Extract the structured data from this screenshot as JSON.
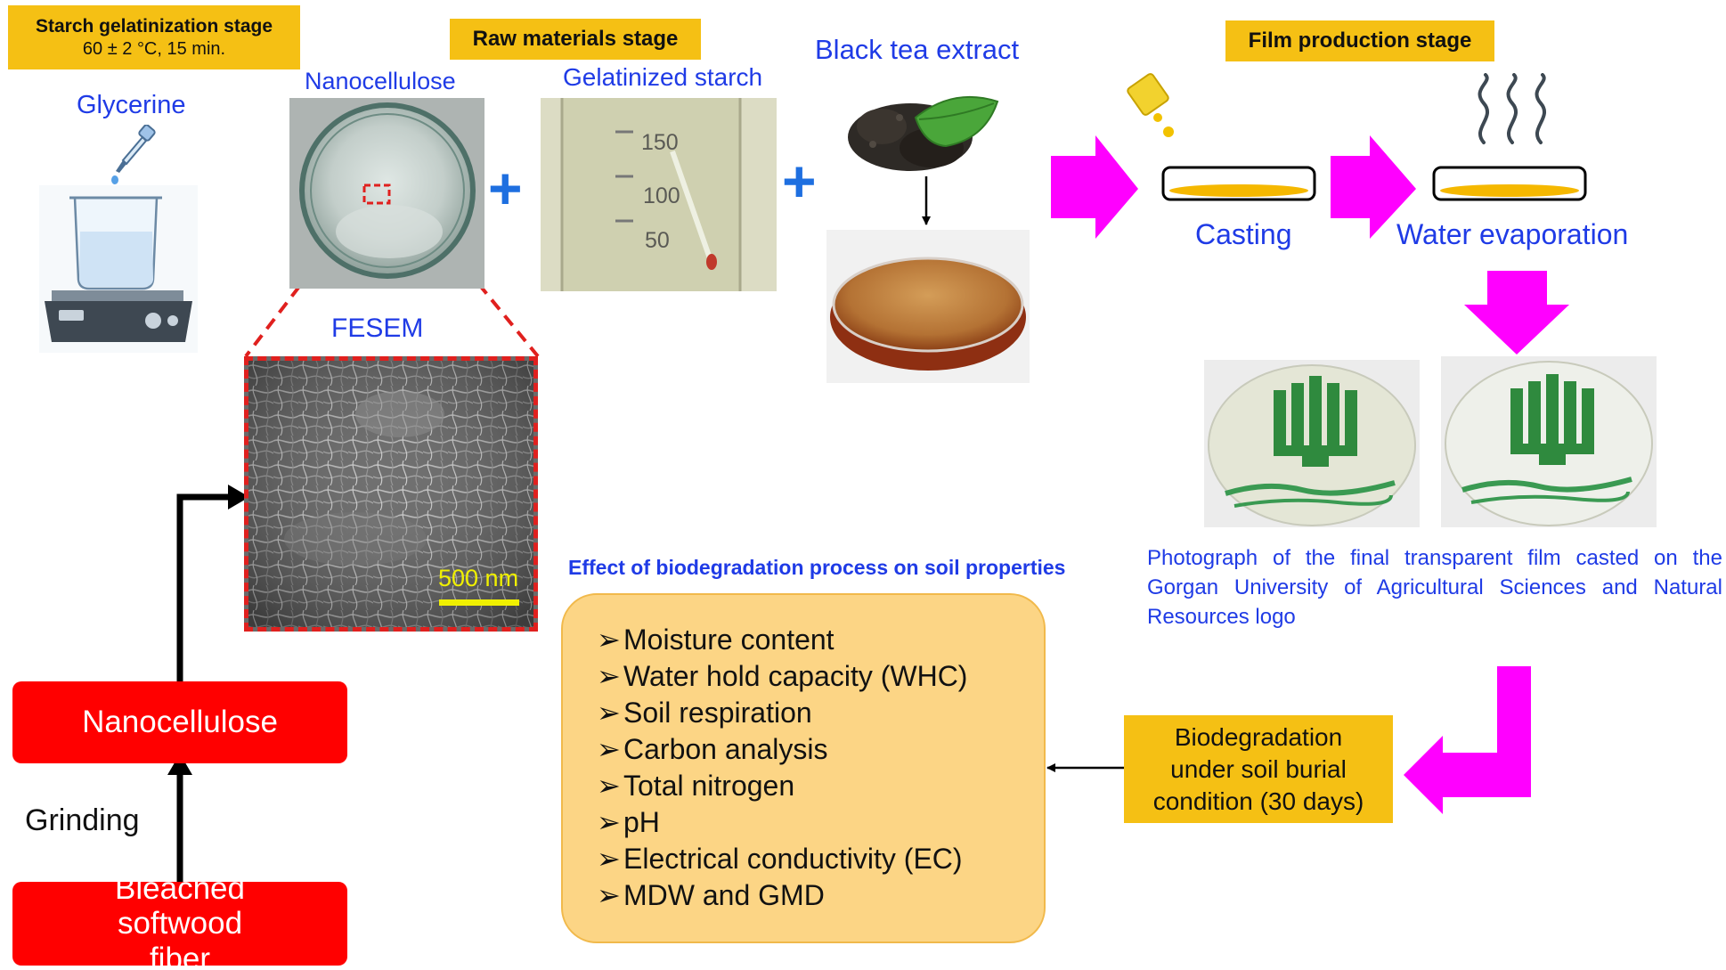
{
  "stages": {
    "starch": {
      "title": "Starch gelatinization stage",
      "subtitle": "60 ± 2 °C, 15 min."
    },
    "raw": {
      "title": "Raw materials stage"
    },
    "film": {
      "title": "Film production stage"
    }
  },
  "labels": {
    "glycerine": "Glycerine",
    "nanocellulose_photo": "Nanocellulose",
    "gelatinized_starch": "Gelatinized starch",
    "black_tea_extract": "Black tea extract",
    "fesem": "FESEM",
    "scale_bar": "500 nm",
    "casting": "Casting",
    "water_evaporation": "Water evaporation",
    "grinding": "Grinding",
    "plus": "+"
  },
  "cylinder_marks": [
    "150",
    "100",
    "50"
  ],
  "process_boxes": {
    "nanocellulose": "Nanocellulose",
    "bleached_fiber": "Bleached softwood fiber"
  },
  "soil": {
    "heading": "Effect of biodegradation process on soil properties",
    "bullet": "➢",
    "properties": [
      "Moisture content",
      "Water hold capacity (WHC)",
      "Soil respiration",
      "Carbon analysis",
      "Total nitrogen",
      "pH",
      "Electrical conductivity (EC)",
      "MDW and GMD"
    ]
  },
  "biodegradation": "Biodegradation under soil burial condition (30 days)",
  "photo_caption": "Photograph of the final transparent film casted on the Gorgan University of Agricultural Sciences and Natural Resources logo",
  "colors": {
    "stage_fill": "#f5c014",
    "label_blue": "#1f3be6",
    "arrow_magenta": "#ff00ff",
    "process_red": "#ff0000",
    "panel_fill": "#fcd585",
    "plus_blue": "#1e6fe0",
    "dashed_red": "#e0201e",
    "scale_yellow": "#f0f000",
    "logo_green": "#2f8a3e"
  }
}
